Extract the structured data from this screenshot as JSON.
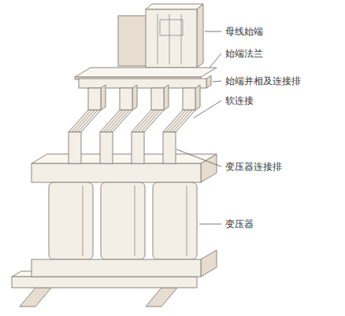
{
  "diagram": {
    "labels": [
      "母线始端",
      "始端法兰",
      "始端并相及连接排",
      "软连接",
      "变压器连接排",
      "变压器"
    ]
  }
}
